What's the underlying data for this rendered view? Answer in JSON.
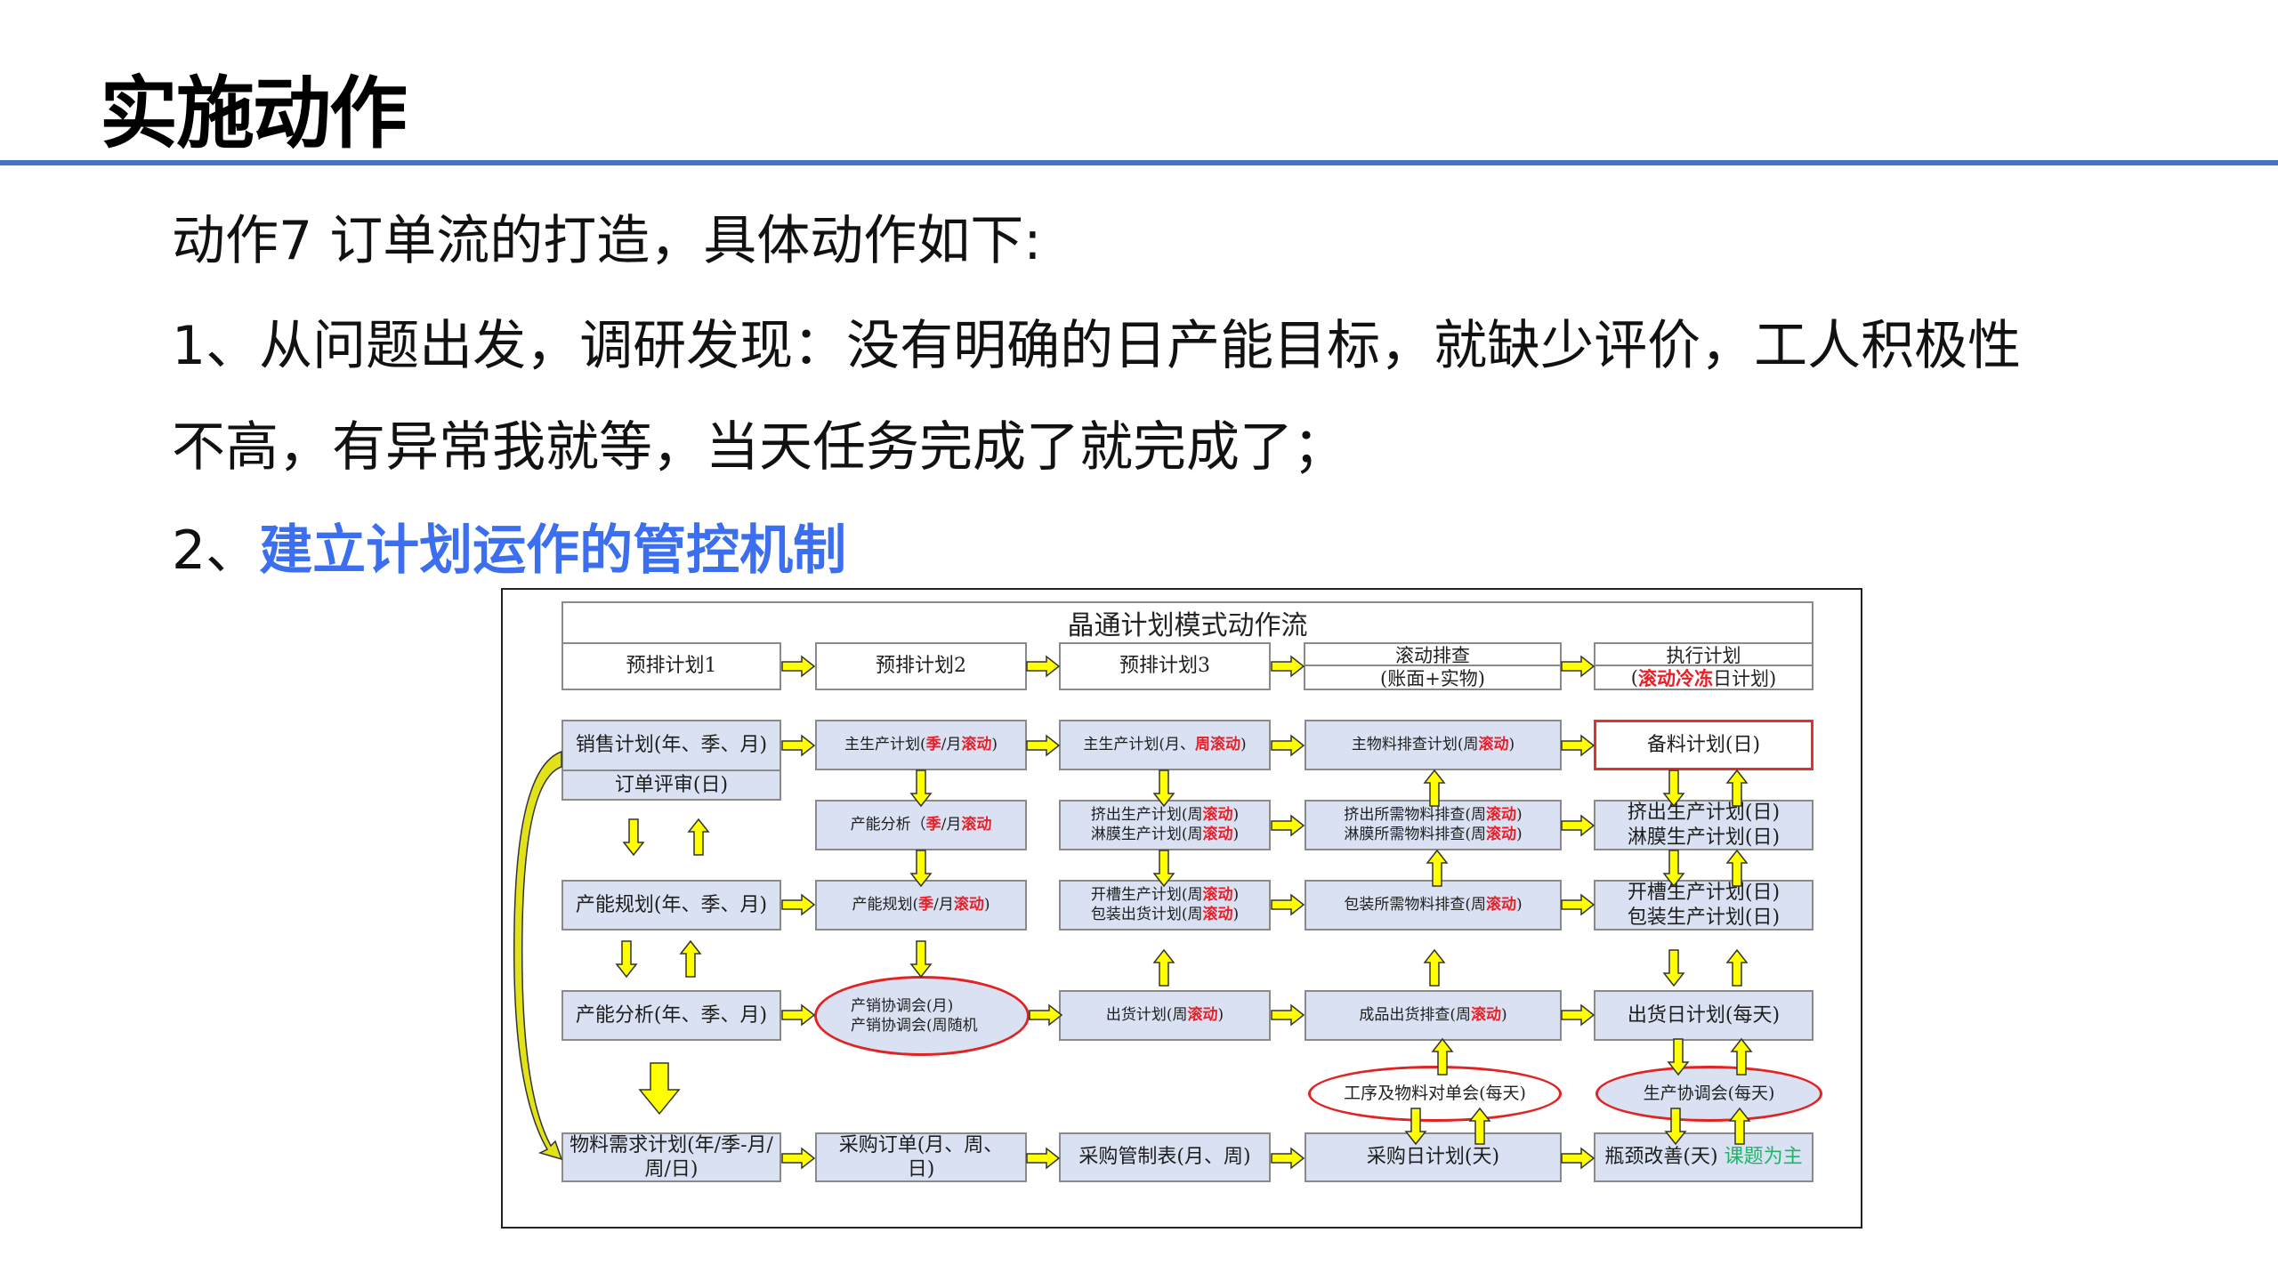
{
  "slide": {
    "title": "实施动作",
    "rule_color": "#4472c4",
    "accent_color": "#3b6ff0"
  },
  "body": {
    "line1": "动作7 订单流的打造，具体动作如下:",
    "line2": "1、从问题出发，调研发现：没有明确的日产能目标，就缺少评价，工人积极性",
    "line3": "不高，有异常我就等，当天任务完成了就完成了；",
    "line4_prefix": "2、",
    "line4_accent": "建立计划运作的管控机制"
  },
  "diagram": {
    "title": "晶通计划模式动作流",
    "headers": {
      "h1": "预排计划1",
      "h2": "预排计划2",
      "h3": "预排计划3",
      "h4_top": "滚动排查",
      "h4_bot": "(账面+实物)",
      "h5_top": "执行计划",
      "h5_bot_open": "(",
      "h5_bot_red": "滚动冷冻",
      "h5_bot_rest": "日计划)"
    },
    "col1": {
      "sales_plan": "销售计划(年、季、月)",
      "order_review": "订单评审(日)",
      "capacity_planning": "产能规划(年、季、月)",
      "capacity_analysis": "产能分析(年、季、月)",
      "mrp": "物料需求计划(年/季-月/周/日)"
    },
    "col2": {
      "mps_a": "主生产计划(",
      "mps_red1": "季",
      "mps_b": "/月",
      "mps_red2": "滚动",
      "mps_c": ")",
      "cap_analysis_a": "产能分析（",
      "cap_analysis_red1": "季",
      "cap_analysis_b": "/月",
      "cap_analysis_red2": "滚动",
      "cap_plan_a": "产能规划(",
      "cap_plan_red1": "季",
      "cap_plan_b": "/月",
      "cap_plan_red2": "滚动",
      "cap_plan_c": ")",
      "meeting_line1": "产销协调会(月)",
      "meeting_line2": "产销协调会(周随机",
      "purchase_order": "采购订单(月、周、日)"
    },
    "col3": {
      "mps_a": "主生产计划(月、",
      "mps_red": "周滚动",
      "mps_c": ")",
      "extrude_a": "挤出生产计划(周",
      "laminate_a": "淋膜生产计划(周",
      "slot_a": "开槽生产计划(周",
      "pack_a": "包装出货计划(周",
      "rolling": "滚动",
      "close": ")",
      "ship_a": "出货计划(周",
      "purchase_control": "采购管制表(月、周)"
    },
    "col4": {
      "main_mat_a": "主物料排查计划(周",
      "extrude_mat_a": "挤出所需物料排查(周",
      "laminate_mat_a": "淋膜所需物料排查(周",
      "pack_mat_a": "包装所需物料排查(周",
      "fg_ship_a": "成品出货排查(周",
      "rolling": "滚动",
      "close": ")",
      "meeting": "工序及物料对单会(每天)",
      "purchase_daily": "采购日计划(天)"
    },
    "col5": {
      "material_prep": "备料计划(日)",
      "extrude_daily": "挤出生产计划(日)",
      "laminate_daily": "淋膜生产计划(日)",
      "slot_daily": "开槽生产计划(日)",
      "pack_daily": "包装生产计划(日)",
      "ship_daily": "出货日计划(每天)",
      "meeting": "生产协调会(每天)",
      "bottleneck_a": "瓶颈改善(天)",
      "bottleneck_green": "课题为主"
    },
    "colors": {
      "box_fill": "#d9e1f2",
      "box_border": "#8a8a8a",
      "arrow_fill": "#ffff00",
      "ellipse_border": "#e02424",
      "rolling_text": "#e8202a",
      "green_text": "#22b36a"
    }
  }
}
